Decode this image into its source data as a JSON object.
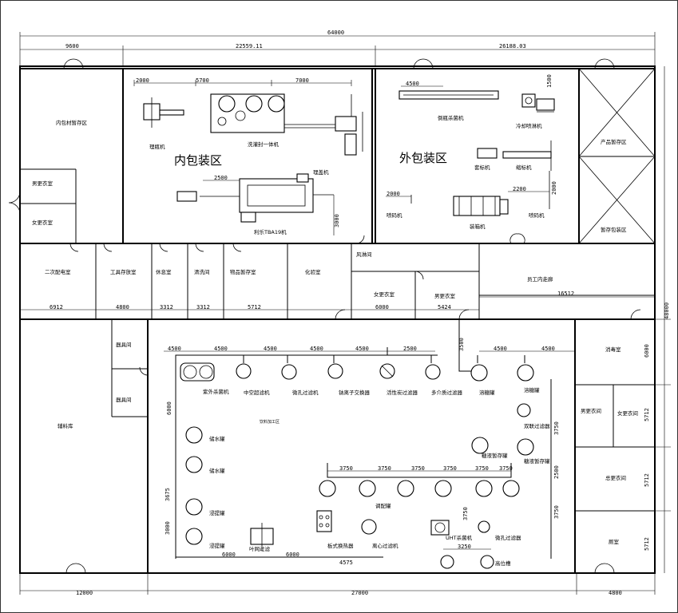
{
  "dimensions": {
    "total_width": "64000",
    "total_height": "48000",
    "top_left": "9600",
    "top_mid": "22559.11",
    "top_right": "26188.03",
    "bottom_left": "12000",
    "bottom_mid": "27000",
    "bottom_right": "4800",
    "r_6000": "6000",
    "r_5712a": "5712",
    "r_5712b": "5712",
    "r_5712c": "5712",
    "room_6912": "6912",
    "room_4800": "4800",
    "room_3312a": "3312",
    "room_3312b": "3312",
    "room_5712": "5712",
    "room_6000": "6000",
    "room_5424": "5424",
    "room_16512": "16512",
    "d_2000a": "2000",
    "d_5700": "5700",
    "d_7000": "7000",
    "d_4500top": "4500",
    "d_1500": "1500",
    "d_2500": "2500",
    "d_3000": "3000",
    "d_2000b": "2000",
    "d_2200": "2200",
    "d_2000c": "2000",
    "p_4500a": "4500",
    "p_4500b": "4500",
    "p_4500c": "4500",
    "p_4500d": "4500",
    "p_2500": "2500",
    "p_3500": "3500",
    "p_4500e": "4500",
    "p_4500f": "4500",
    "p_6000v": "6000",
    "p_3675": "3675",
    "p_3000": "3000",
    "p_6000h": "6000",
    "p_6000h2": "6000",
    "p_4575": "4575",
    "p_3750a": "3750",
    "p_3750b": "3750",
    "p_3750c": "3750",
    "p_3750d": "3750",
    "p_3750e": "3750",
    "p_3750f": "3750",
    "p_3750v1": "3750",
    "p_2500v": "2500",
    "p_3750v2": "3750",
    "p_3250": "3250",
    "p_3750v3": "3750"
  },
  "zones": {
    "inner": "内包装区",
    "outer": "外包装区"
  },
  "rooms": {
    "inner_material": "内包材暂存区",
    "male_change_l": "男更衣室",
    "female_change_l": "女更衣室",
    "power": "二次配电室",
    "tools": "工具存放室",
    "rest": "休息室",
    "wash": "清洗间",
    "goods": "物品暂存室",
    "lab": "化验室",
    "air_shower": "风淋间",
    "female_change_m": "女更衣室",
    "male_change_m": "男更衣室",
    "corridor": "员工内走廊",
    "product": "产品暂存区",
    "pack_store": "暂存包装区",
    "utensil": "器具间",
    "sanitary": "器具间",
    "aux": "辅料库",
    "disinfect": "消毒室",
    "male_change_r": "男更衣间",
    "female_change_r": "女更衣间",
    "rest_change": "总更衣间",
    "toilet": "厕室",
    "process_label": "饮料加工区"
  },
  "equipment": {
    "sorter": "理瓶机",
    "wash_fill": "洗灌封一体机",
    "cap": "理盖机",
    "tetra": "利乐TBA19机",
    "inverted": "倒瓶杀菌机",
    "cool_spray": "冷却喷淋机",
    "labeler": "套标机",
    "shrink": "缩标机",
    "jet_a": "喷码机",
    "case_pack": "装箱机",
    "jet_b": "喷码机",
    "uv": "紫外杀菌机",
    "hollow": "中空超滤机",
    "micro_a": "微孔过滤机",
    "ion": "钠离子交换器",
    "carbon": "活性炭过滤器",
    "multi": "多介质过滤器",
    "sugar": "溶糖罐",
    "sugar2": "溶糖罐",
    "double_filter": "双联过滤器",
    "syrup_temp": "糖液暂存罐",
    "syrup_temp2": "糖液暂存罐",
    "water_a": "储水罐",
    "water_b": "储水罐",
    "soak_a": "浸提罐",
    "soak_b": "浸提罐",
    "leaf_filter": "叶网过滤",
    "plate_hx": "板式换热器",
    "centrifuge": "离心过滤机",
    "mix": "调配罐",
    "uht": "UHT杀菌机",
    "micro_b": "微孔过滤器",
    "high_tank": "高位槽"
  }
}
